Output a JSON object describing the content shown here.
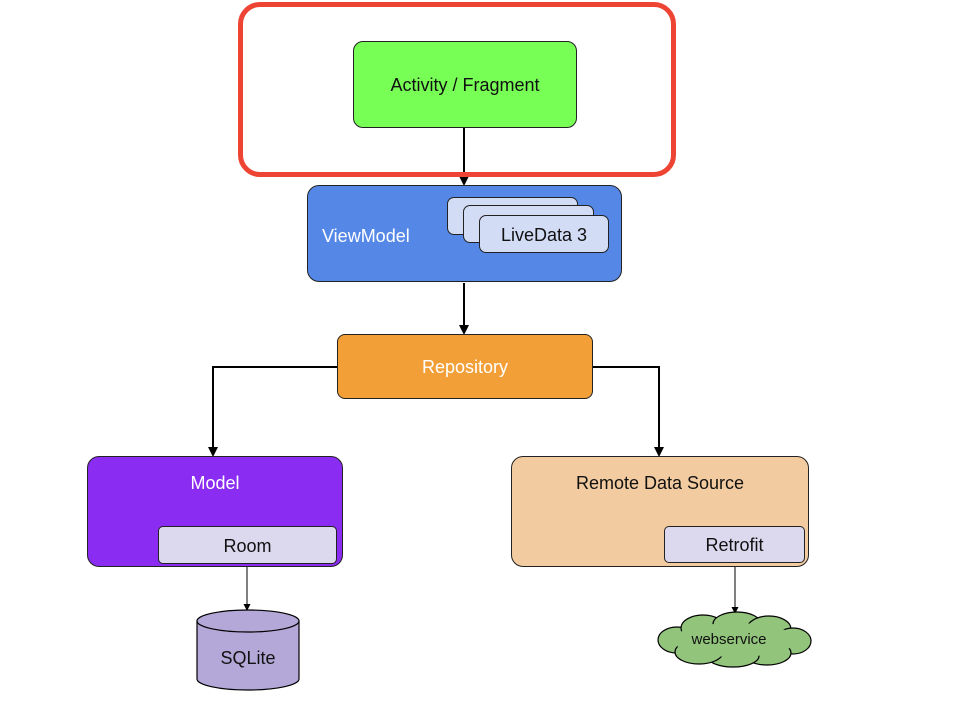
{
  "diagram": {
    "activity_fragment": "Activity / Fragment",
    "viewmodel": "ViewModel",
    "livedata": "LiveData 3",
    "repository": "Repository",
    "model": "Model",
    "room": "Room",
    "sqlite": "SQLite",
    "remote_data_source": "Remote Data Source",
    "retrofit": "Retrofit",
    "webservice": "webservice"
  },
  "colors": {
    "highlight": "#ee4433",
    "activity": "#77ff55",
    "viewmodel": "#5588e6",
    "livedata": "#d3dcf5",
    "repository": "#f29f38",
    "model": "#8a2cf2",
    "inner_box": "#dcd8ee",
    "remote": "#f3cba0",
    "database": "#b3a8d8",
    "cloud": "#92c47c"
  }
}
